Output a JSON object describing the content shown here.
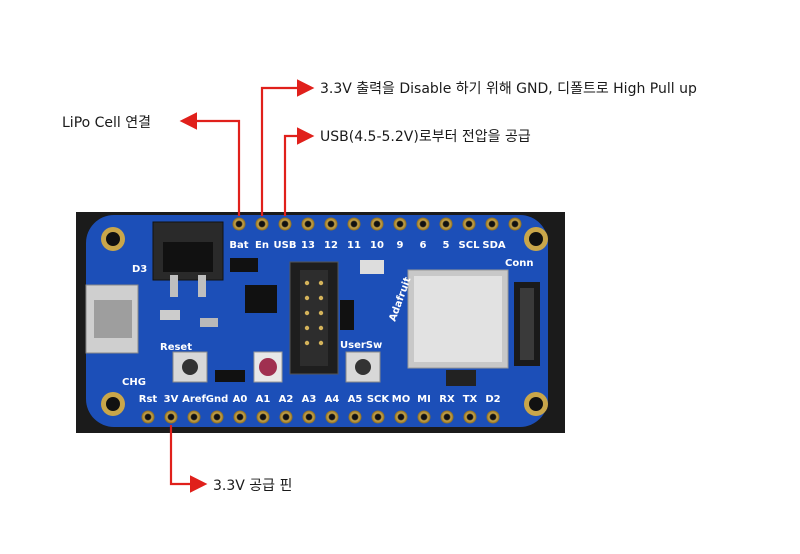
{
  "annotations": {
    "en": "3.3V 출력을 Disable 하기 위해 GND, 디폴트로 High Pull up",
    "usb": "USB(4.5-5.2V)로부터 전압을 공급",
    "bat": "LiPo Cell 연결",
    "v3": "3.3V 공급 핀"
  },
  "board": {
    "top_pins": [
      "Bat",
      "En",
      "USB",
      "13",
      "12",
      "11",
      "10",
      "9",
      "6",
      "5",
      "SCL",
      "SDA"
    ],
    "bottom_pins": [
      "Rst",
      "3V",
      "Aref",
      "Gnd",
      "A0",
      "A1",
      "A2",
      "A3",
      "A4",
      "A5",
      "SCK",
      "MO",
      "MI",
      "RX",
      "TX",
      "D2"
    ],
    "silk": {
      "brand": "Adafruit",
      "d3": "D3",
      "chg": "CHG",
      "reset": "Reset",
      "usersw": "UserSw",
      "conn": "Conn"
    }
  },
  "colors": {
    "arrow": "#e0201b",
    "pcb": "#1c4fb8",
    "background_photo": "#1b1b1b"
  }
}
